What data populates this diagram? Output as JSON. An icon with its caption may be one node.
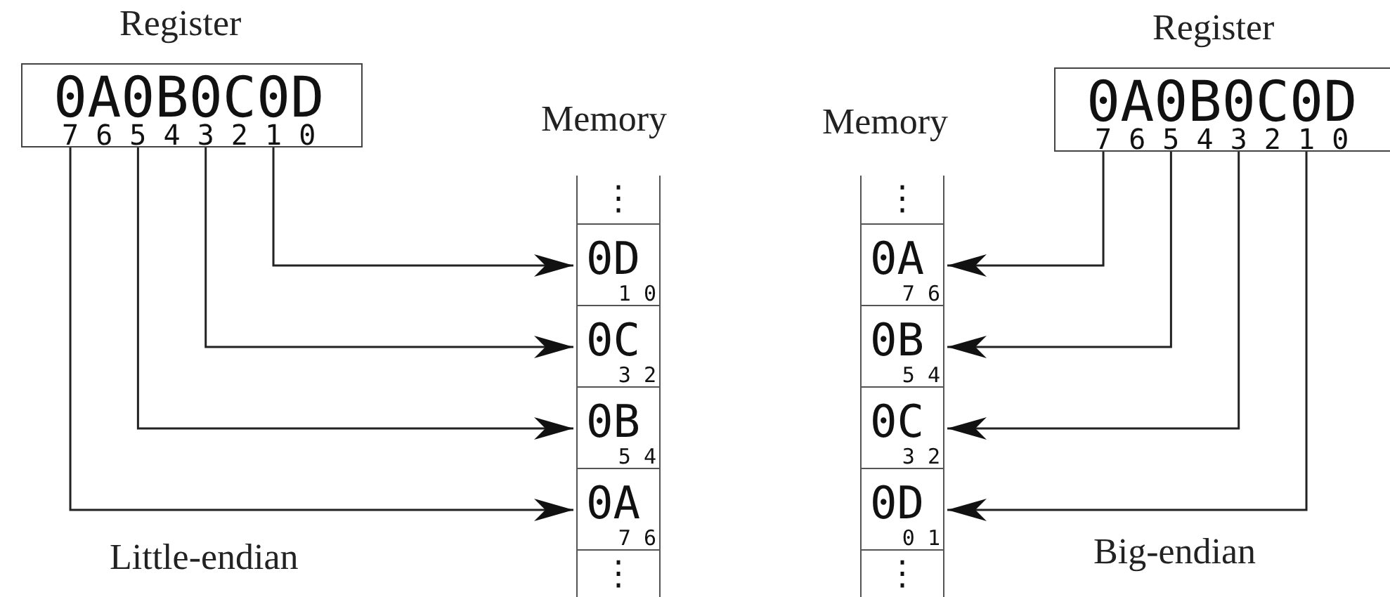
{
  "diagram": {
    "nodes": [
      {
        "text": [
          "Register",
          "0A0B0C0D",
          "7 6 5 4 3 2 1 0"
        ]
      },
      {
        "text": [
          "Memory"
        ]
      },
      {
        "text": [
          "⋮"
        ],
        "in": 1
      },
      {
        "text": [
          "0D",
          "1 0"
        ],
        "in": 1
      },
      {
        "text": [
          "0C",
          "3 2"
        ],
        "in": 1
      },
      {
        "text": [
          "0B",
          "5 4"
        ],
        "in": 1
      },
      {
        "text": [
          "0A",
          "7 6"
        ],
        "in": 1
      },
      {
        "text": [
          "⋮"
        ],
        "in": 1
      },
      {
        "text": [
          "Memory"
        ]
      },
      {
        "text": [
          "⋮"
        ],
        "in": 8
      },
      {
        "text": [
          "0A",
          "7 6"
        ],
        "in": 8
      },
      {
        "text": [
          "0B",
          "5 4"
        ],
        "in": 8
      },
      {
        "text": [
          "0C",
          "3 2"
        ],
        "in": 8
      },
      {
        "text": [
          "0D",
          "0 1"
        ],
        "in": 8
      },
      {
        "text": [
          "⋮"
        ],
        "in": 8
      },
      {
        "text": [
          "Register",
          "0A0B0C0D",
          "7 6 5 4 3 2 1 0"
        ]
      }
    ],
    "edges": [
      {
        "from": 0,
        "to": 3,
        "arrow": "to"
      },
      {
        "from": 0,
        "to": 4,
        "arrow": "to"
      },
      {
        "from": 0,
        "to": 5,
        "arrow": "to"
      },
      {
        "from": 0,
        "to": 6,
        "arrow": "to"
      },
      {
        "from": 15,
        "to": 10,
        "arrow": "to"
      },
      {
        "from": 15,
        "to": 11,
        "arrow": "to"
      },
      {
        "from": 15,
        "to": 12,
        "arrow": "to"
      },
      {
        "from": 15,
        "to": 13,
        "arrow": "to"
      }
    ],
    "labels": [
      "Little-endian",
      "Big-endian"
    ]
  }
}
